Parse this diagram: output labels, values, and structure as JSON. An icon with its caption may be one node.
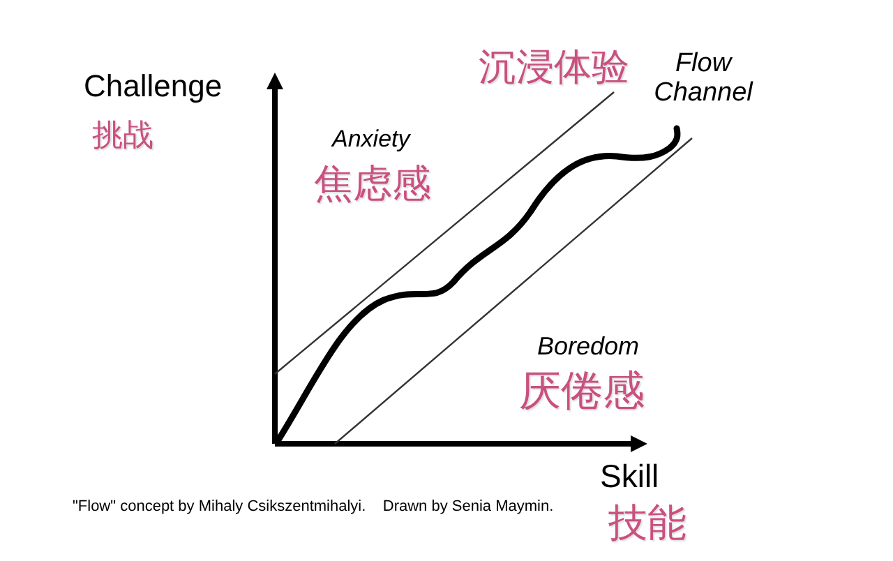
{
  "diagram": {
    "caption": "\"Flow\" concept by Mihaly Csikszentmihalyi.    Drawn by Senia Maymin.",
    "labels": [
      "Challenge",
      "挑战",
      "沉浸体验",
      "Flow Channel",
      "Anxiety",
      "焦虑感",
      "Boredom",
      "厌倦感",
      "Skill",
      "技能"
    ]
  }
}
